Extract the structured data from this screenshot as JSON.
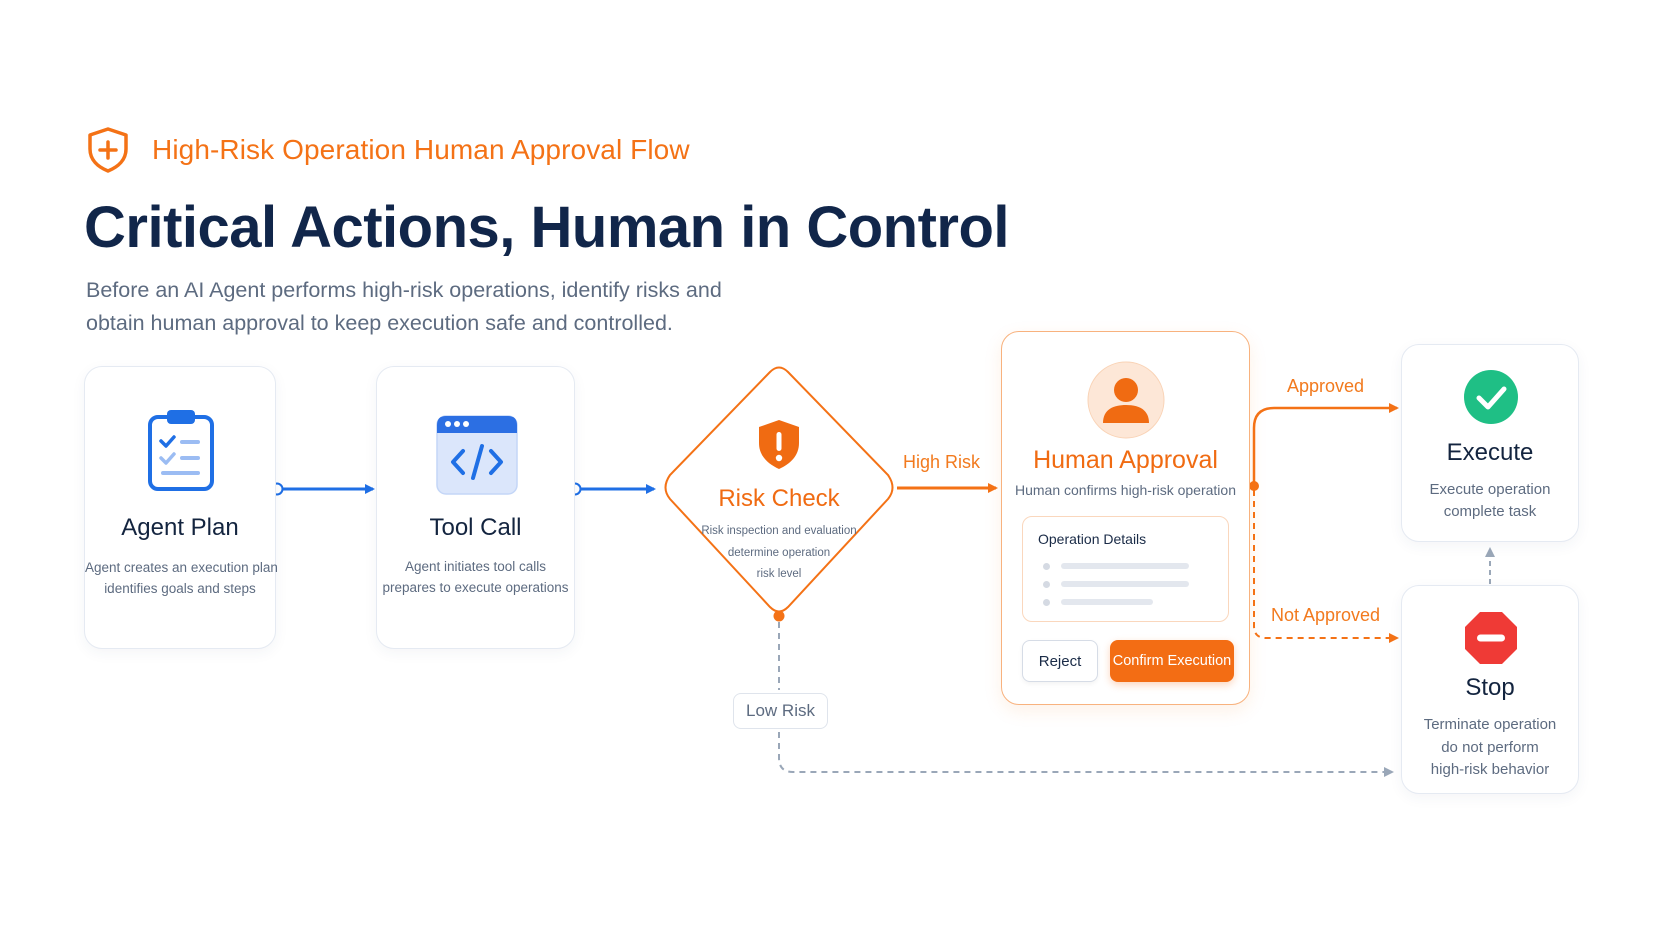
{
  "header": {
    "eyebrow": "High-Risk Operation Human Approval Flow",
    "headline": "Critical Actions, Human in Control",
    "subtitle_lines": [
      "Before an AI Agent performs high-risk operations, identify risks and",
      "obtain human approval to keep execution safe and controlled."
    ]
  },
  "nodes": {
    "agent_plan": {
      "title": "Agent Plan",
      "desc_lines": [
        "Agent creates an execution plan",
        "identifies goals and steps"
      ],
      "icon": "clipboard-checklist-icon"
    },
    "tool_call": {
      "title": "Tool Call",
      "desc_lines": [
        "Agent initiates tool calls",
        "prepares to execute operations"
      ],
      "icon": "code-window-icon"
    },
    "risk_check": {
      "title": "Risk Check",
      "desc_lines": [
        "Risk inspection and evaluation",
        "determine operation",
        "risk level"
      ],
      "icon": "shield-alert-icon"
    },
    "human_approval": {
      "title": "Human Approval",
      "subtitle": "Human confirms high-risk operation",
      "details_title": "Operation Details",
      "reject_label": "Reject",
      "confirm_label": "Confirm Execution",
      "icon": "person-avatar-icon"
    },
    "execute": {
      "title": "Execute",
      "desc_lines": [
        "Execute operation",
        "complete task"
      ],
      "icon": "check-circle-icon"
    },
    "stop": {
      "title": "Stop",
      "desc_lines": [
        "Terminate operation",
        "do not perform",
        "high-risk behavior"
      ],
      "icon": "stop-octagon-icon"
    }
  },
  "edges": {
    "high_risk": "High Risk",
    "low_risk": "Low Risk",
    "approved": "Approved",
    "not_approved": "Not Approved"
  },
  "colors": {
    "accent_orange": "#f47216",
    "blue": "#1f6fe5",
    "navy": "#11264a",
    "green": "#1fbf85",
    "red": "#ef3a36",
    "gray_dashed": "#9aa7b8"
  }
}
